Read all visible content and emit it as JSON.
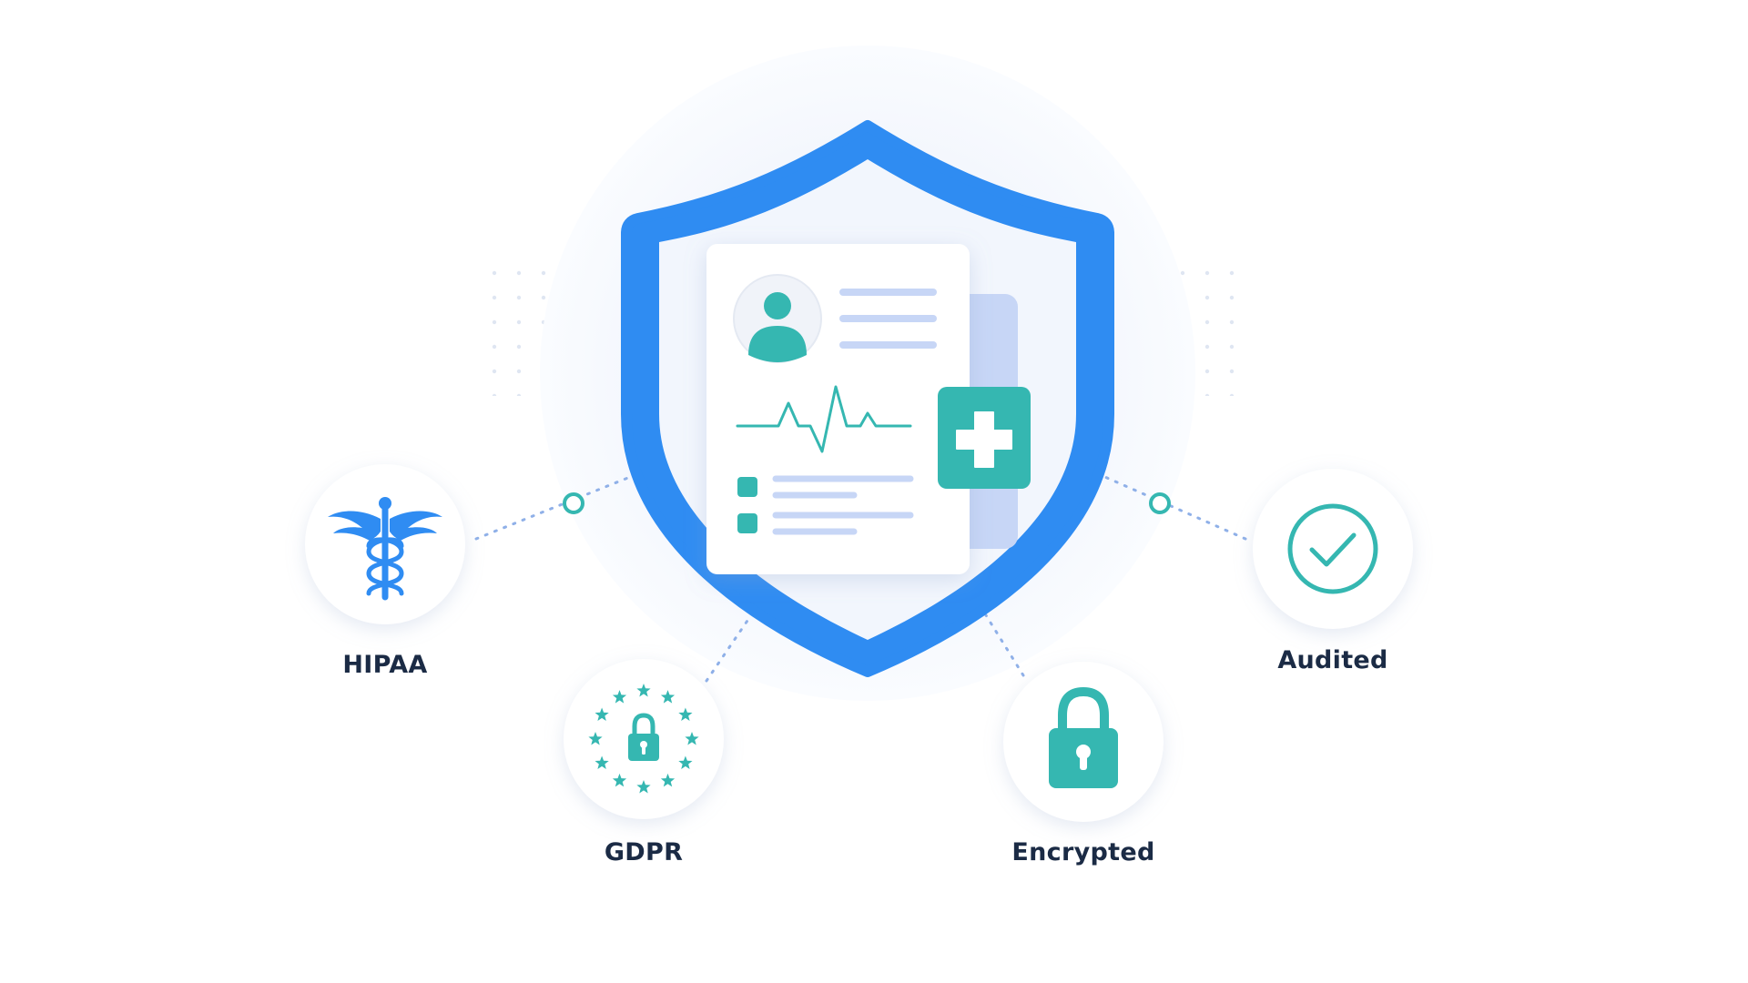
{
  "colors": {
    "shield_blue": "#2f8cf2",
    "teal": "#35b7b1",
    "navy_text": "#1b2b45",
    "soft_blue": "#c7d6f6",
    "halo": "#f3f7fd"
  },
  "center": {
    "emblem": "shield-icon",
    "contents": [
      "medical-record-icon",
      "patient-avatar-icon",
      "heartbeat-icon",
      "medical-cross-icon"
    ]
  },
  "badges": [
    {
      "label": "HIPAA",
      "icon": "caduceus-icon"
    },
    {
      "label": "GDPR",
      "icon": "eu-stars-lock-icon"
    },
    {
      "label": "Encrypted",
      "icon": "padlock-icon"
    },
    {
      "label": "Audited",
      "icon": "check-circle-icon"
    }
  ]
}
